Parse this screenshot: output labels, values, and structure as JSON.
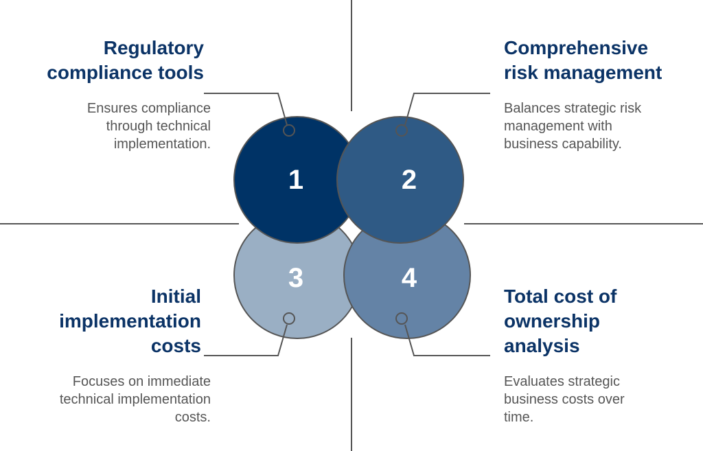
{
  "items": [
    {
      "number": "1",
      "title": "Regulatory compliance tools",
      "description": "Ensures compliance through technical implementation.",
      "color": "#003366"
    },
    {
      "number": "2",
      "title": "Comprehensive risk management",
      "description": "Balances strategic risk management with business capability.",
      "color": "#2f5a85"
    },
    {
      "number": "3",
      "title": "Initial implementation costs",
      "description": "Focuses on immediate technical implementation costs.",
      "color": "#9aafc4"
    },
    {
      "number": "4",
      "title": "Total cost of ownership analysis",
      "description": "Evaluates strategic business costs over time.",
      "color": "#6483a6"
    }
  ],
  "colors": {
    "title": "#0b3366",
    "description": "#555555",
    "line": "#555555"
  }
}
